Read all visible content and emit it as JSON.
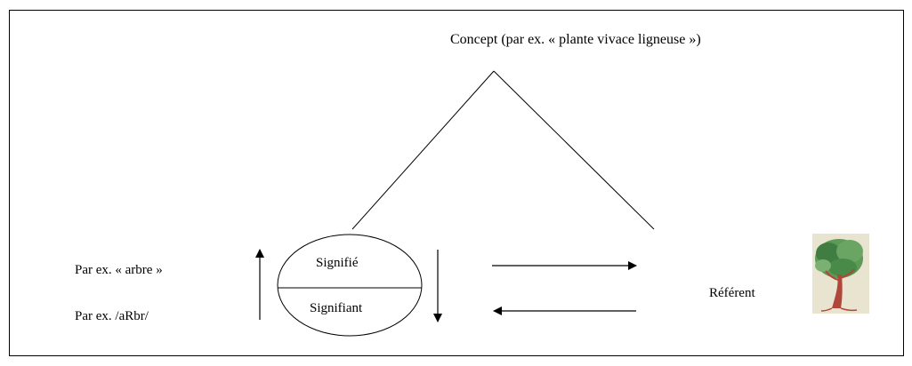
{
  "concept": {
    "label": "Concept  (par ex. « plante vivace ligneuse »)"
  },
  "sign": {
    "signifie": "Signifié",
    "signifiant": "Signifiant",
    "example_word": "Par ex. « arbre »",
    "example_phonetic": "Par ex. /aRbr/"
  },
  "referent": {
    "label": "Référent",
    "image": "tree-picture"
  },
  "colors": {
    "line": "#000000",
    "background": "#ffffff",
    "tree_foliage": "#4f8f4a",
    "tree_trunk": "#b0473a"
  }
}
